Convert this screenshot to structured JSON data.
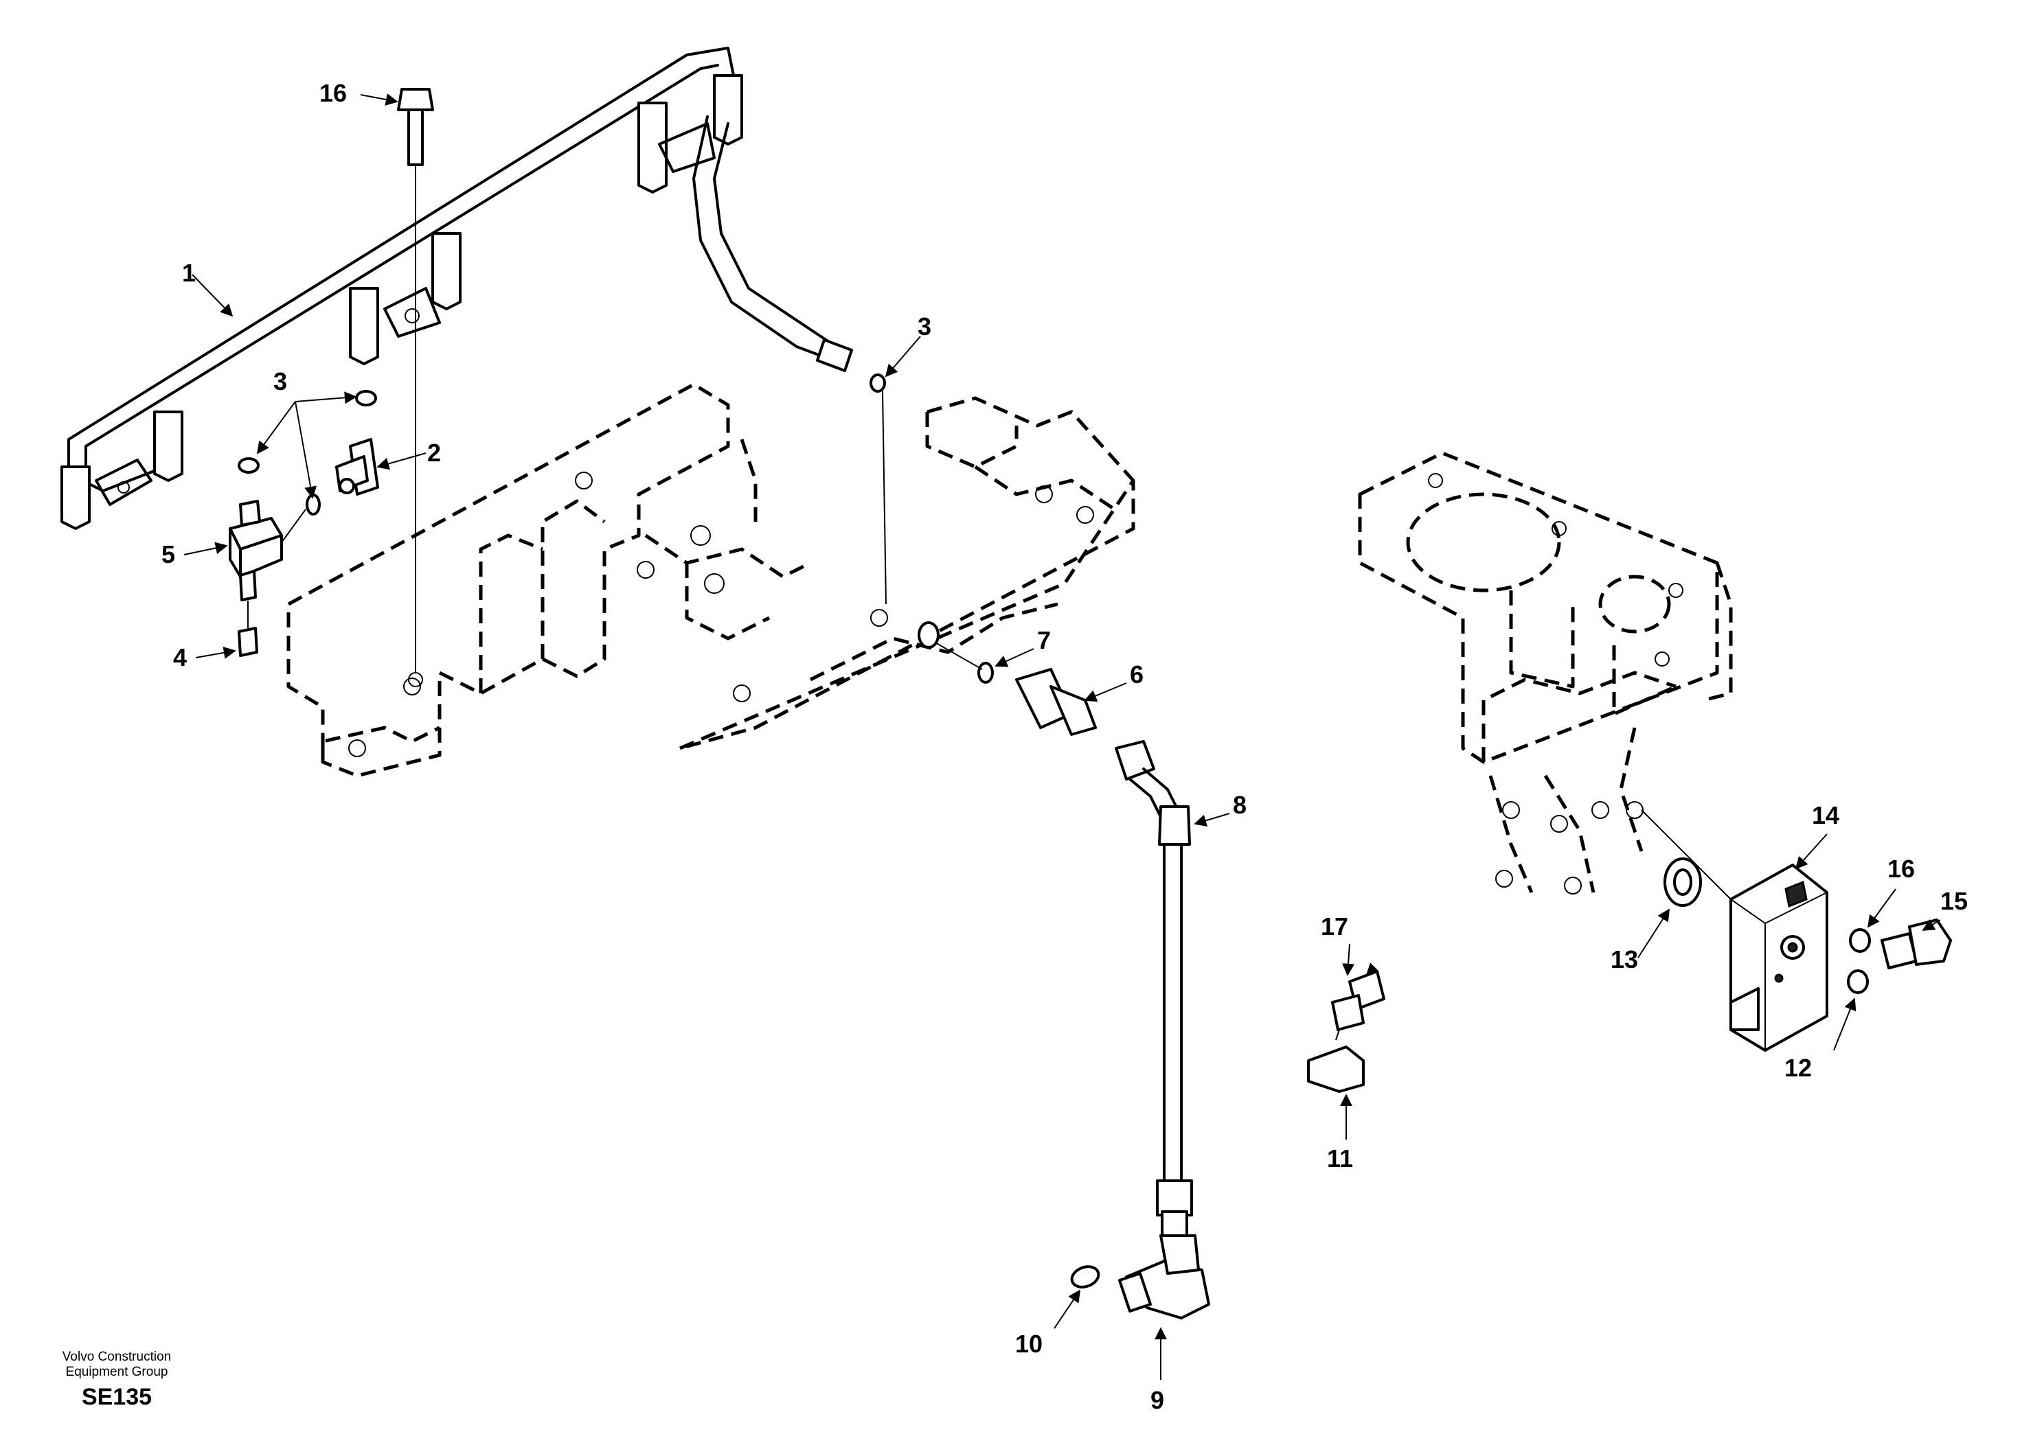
{
  "labels": {
    "l1": "1",
    "l2": "2",
    "l3a": "3",
    "l3b": "3",
    "l4": "4",
    "l5": "5",
    "l6": "6",
    "l7": "7",
    "l8": "8",
    "l9": "9",
    "l10": "10",
    "l11": "11",
    "l12": "12",
    "l13": "13",
    "l14": "14",
    "l15": "15",
    "l16a": "16",
    "l16b": "16",
    "l17": "17"
  },
  "footer": {
    "line1": "Volvo Construction",
    "line2": "Equipment Group",
    "code": "SE135"
  }
}
